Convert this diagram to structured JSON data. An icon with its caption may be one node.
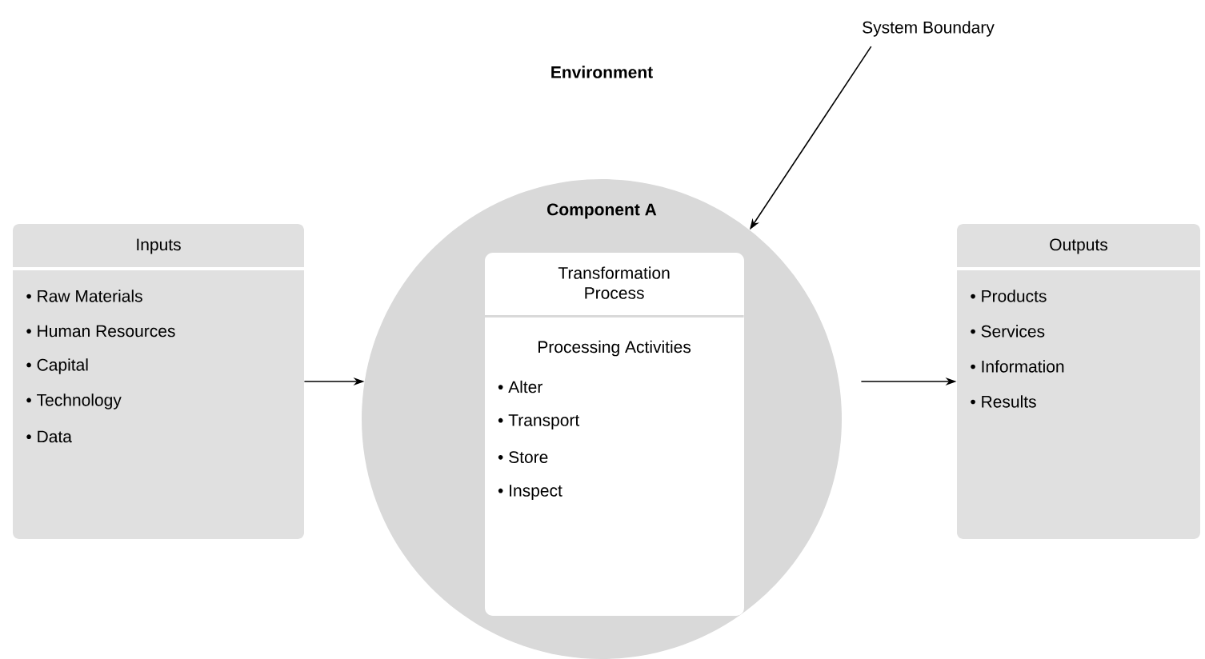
{
  "diagram": {
    "nodes": [
      {
        "text": [
          "Inputs",
          "• Raw Materials",
          "• Human Resources",
          "• Capital",
          "• Technology",
          "• Data"
        ]
      },
      {
        "text": [
          "Component A"
        ]
      },
      {
        "text": [
          "Transformation Process",
          "Processing Activities",
          "• Alter",
          "• Transport",
          "• Store",
          "• Inspect"
        ],
        "in": 1
      },
      {
        "text": [
          "Outputs",
          "• Products",
          "• Services",
          "• Information",
          "• Results"
        ]
      },
      {
        "text": [
          "System Boundary"
        ]
      }
    ],
    "edges": [
      {
        "from": 0,
        "to": 1,
        "arrow": "to"
      },
      {
        "from": 1,
        "to": 3,
        "arrow": "to"
      },
      {
        "from": 4,
        "to": 1,
        "arrow": "to"
      }
    ],
    "labels": [
      "Environment"
    ]
  }
}
